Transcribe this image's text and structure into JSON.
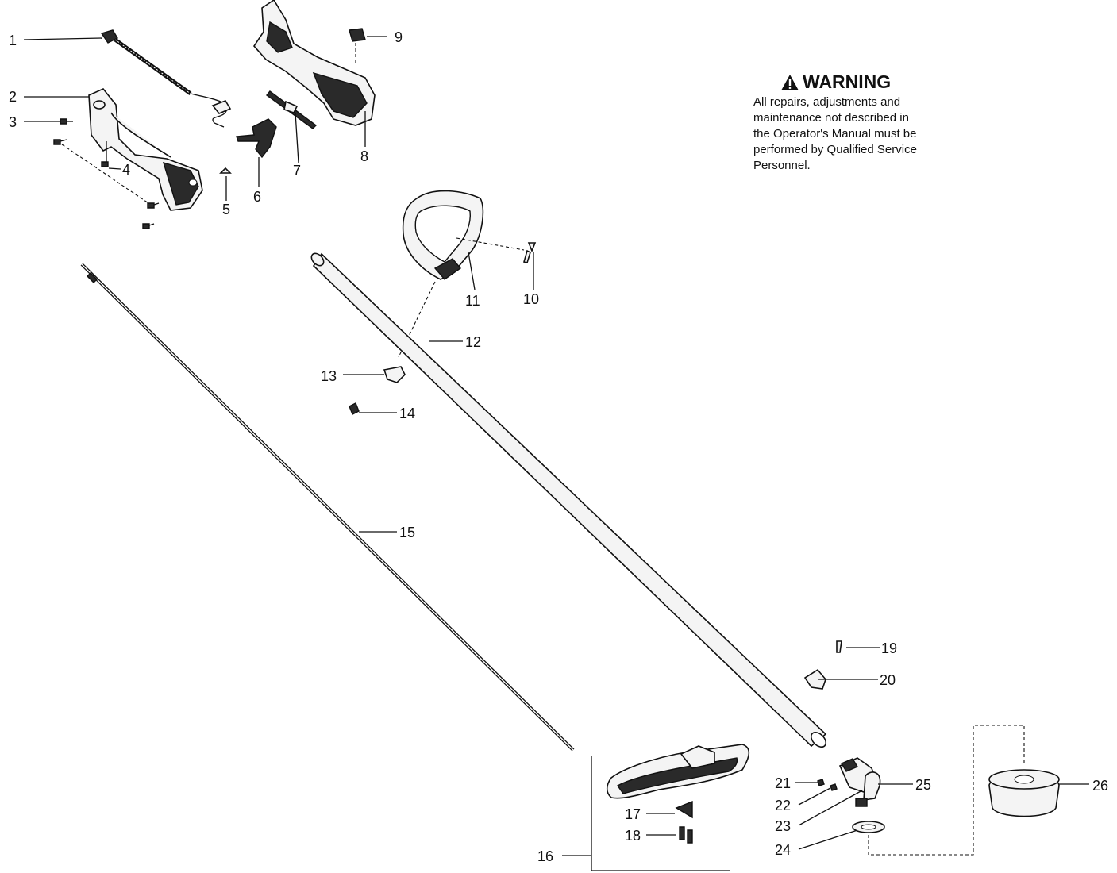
{
  "warning": {
    "title": "WARNING",
    "icon": "warning-triangle-icon",
    "lines": [
      "All repairs, adjustments and",
      "maintenance not described in",
      "the Operator's Manual must be",
      "performed by Qualified Service",
      "Personnel."
    ]
  },
  "callouts": [
    "1",
    "2",
    "3",
    "4",
    "5",
    "6",
    "7",
    "8",
    "9",
    "10",
    "11",
    "12",
    "13",
    "14",
    "15",
    "16",
    "17",
    "18",
    "19",
    "20",
    "21",
    "22",
    "23",
    "24",
    "25",
    "26"
  ]
}
